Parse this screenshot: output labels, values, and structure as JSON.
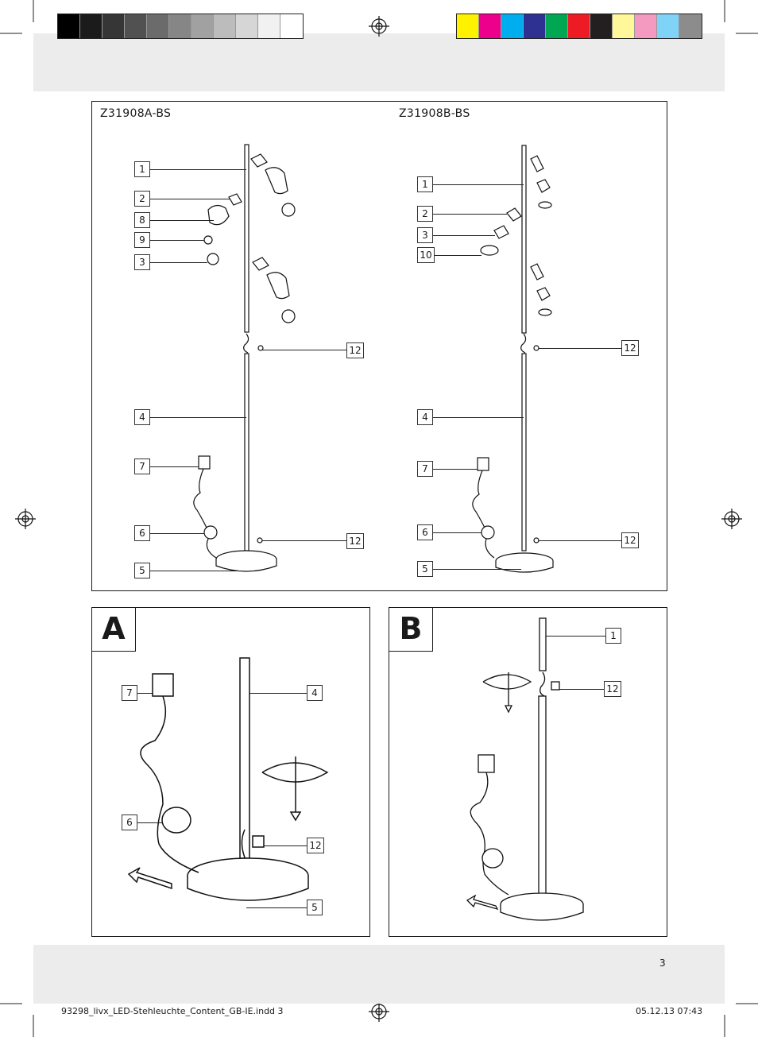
{
  "print_marks": {
    "grayscale": [
      "#000000",
      "#1b1b1b",
      "#363636",
      "#515151",
      "#6b6b6b",
      "#868686",
      "#a1a1a1",
      "#bcbcbc",
      "#d6d6d6",
      "#f1f1f1",
      "#ffffff"
    ],
    "colors": [
      "#fff200",
      "#ec008c",
      "#00aeef",
      "#2e3192",
      "#00a651",
      "#ed1c24",
      "#231f20",
      "#fff799",
      "#f49ac1",
      "#7fd3f7",
      "#8c8c8c"
    ]
  },
  "overview": {
    "model_a": "Z31908A-BS",
    "model_b": "Z31908B-BS",
    "a_labels": [
      "1",
      "2",
      "8",
      "9",
      "3",
      "12",
      "4",
      "7",
      "6",
      "12",
      "5"
    ],
    "b_labels": [
      "1",
      "2",
      "3",
      "10",
      "12",
      "4",
      "7",
      "6",
      "12",
      "5"
    ]
  },
  "step_a": {
    "letter": "A",
    "labels": [
      "7",
      "4",
      "6",
      "12",
      "5"
    ]
  },
  "step_b": {
    "letter": "B",
    "labels": [
      "1",
      "12"
    ]
  },
  "page_number": "3",
  "footer": {
    "file": "93298_livx_LED-Stehleuchte_Content_GB-IE.indd   3",
    "date": "05.12.13   07:43"
  }
}
